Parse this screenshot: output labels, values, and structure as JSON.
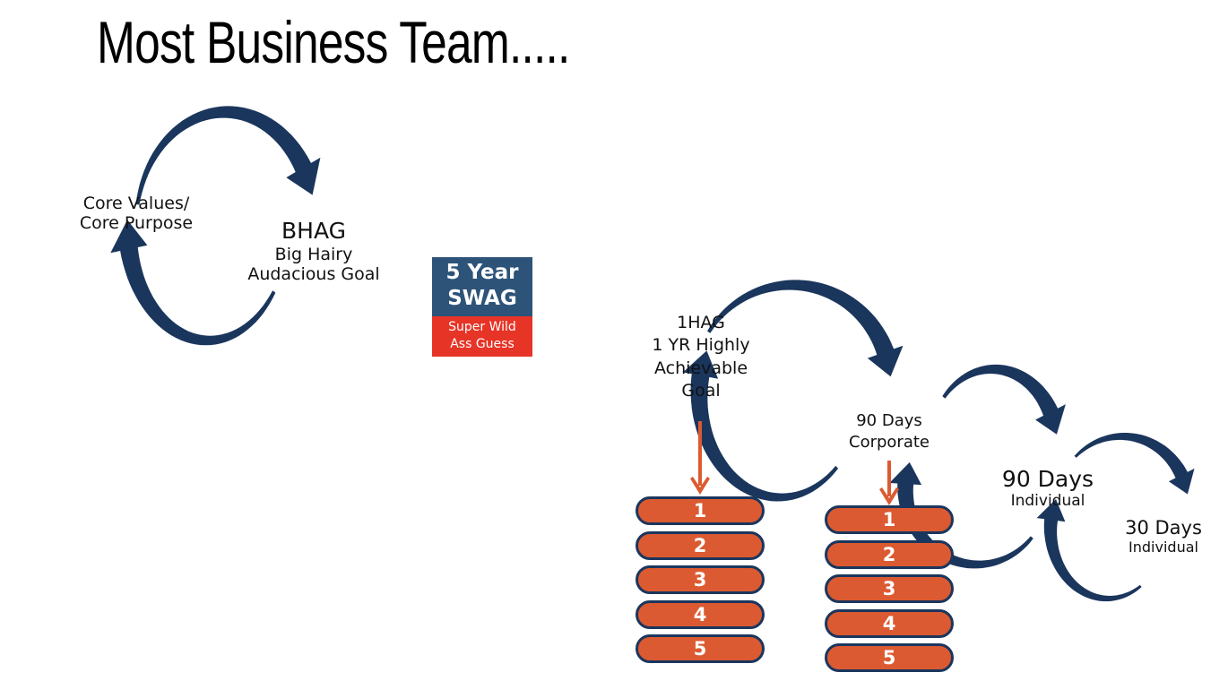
{
  "title": "Most Business Team.....",
  "colors": {
    "arrow_navy": "#1b365d",
    "list_orange": "#dc5a31",
    "swag_blue": "#2d5379",
    "swag_red": "#e63427"
  },
  "loop_1": {
    "core_label": [
      "Core Values/",
      "Core Purpose"
    ],
    "bhag": {
      "heading": "BHAG",
      "lines": [
        "Big Hairy",
        "Audacious Goal"
      ]
    }
  },
  "swag_box": {
    "heading": [
      "5 Year",
      "SWAG"
    ],
    "subtext": [
      "Super Wild",
      "Ass Guess"
    ]
  },
  "loop_2": {
    "one_hag": [
      "1HAG",
      "1 YR Highly",
      "Achievable",
      "Goal"
    ],
    "corporate": [
      "90 Days",
      "Corporate"
    ],
    "individual_90": {
      "heading": "90 Days",
      "sub": "Individual"
    },
    "individual_30": {
      "heading": "30 Days",
      "sub": "Individual"
    }
  },
  "priority_lists": [
    {
      "name": "1hag-priorities",
      "items": [
        "1",
        "2",
        "3",
        "4",
        "5"
      ]
    },
    {
      "name": "corporate-priorities",
      "items": [
        "1",
        "2",
        "3",
        "4",
        "5"
      ]
    }
  ]
}
